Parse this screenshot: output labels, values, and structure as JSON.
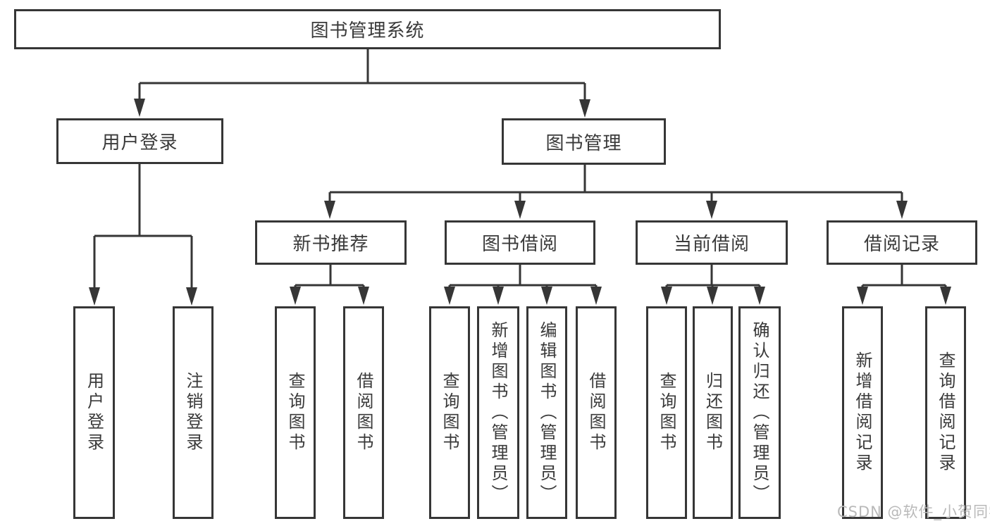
{
  "tree": {
    "label": "图书管理系统",
    "children": [
      {
        "label": "用户登录",
        "children": [
          {
            "label": "用户登录"
          },
          {
            "label": "注销登录"
          }
        ]
      },
      {
        "label": "图书管理",
        "children": [
          {
            "label": "新书推荐",
            "children": [
              {
                "label": "查询图书"
              },
              {
                "label": "借阅图书"
              }
            ]
          },
          {
            "label": "图书借阅",
            "children": [
              {
                "label": "查询图书"
              },
              {
                "label": "新增图书（管理员）"
              },
              {
                "label": "编辑图书（管理员）"
              },
              {
                "label": "借阅图书"
              }
            ]
          },
          {
            "label": "当前借阅",
            "children": [
              {
                "label": "查询图书"
              },
              {
                "label": "归还图书"
              },
              {
                "label": "确认归还（管理员）"
              }
            ]
          },
          {
            "label": "借阅记录",
            "children": [
              {
                "label": "新增借阅记录"
              },
              {
                "label": "查询借阅记录"
              }
            ]
          }
        ]
      }
    ]
  },
  "watermark": "CSDN @软件_小贺同学",
  "colors": {
    "line": "#363636",
    "text": "#3a3a3a",
    "watermark": "#b9b9b9",
    "background": "#ffffff"
  }
}
